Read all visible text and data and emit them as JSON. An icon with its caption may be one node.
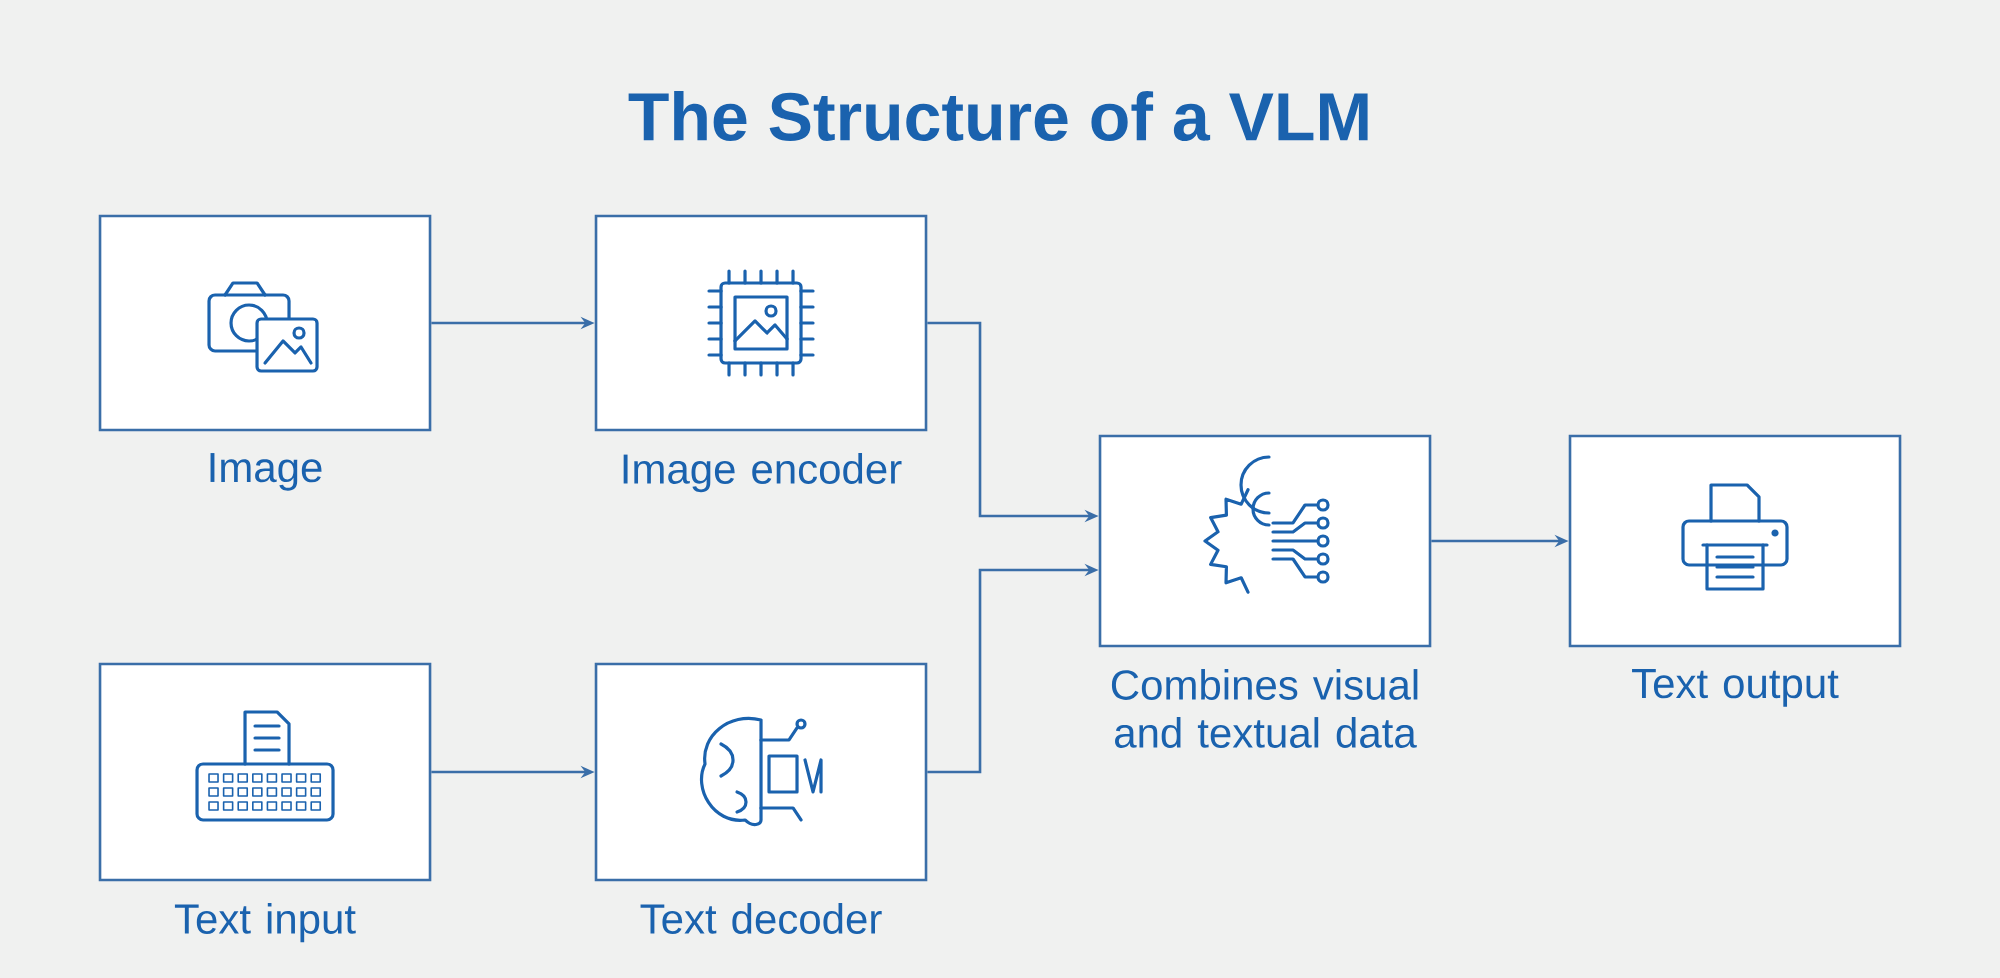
{
  "diagram": {
    "title": "The Structure of a VLM",
    "nodes": [
      {
        "text": [
          "Image"
        ]
      },
      {
        "text": [
          "Image encoder"
        ]
      },
      {
        "text": [
          "Text input"
        ]
      },
      {
        "text": [
          "Text decoder"
        ]
      },
      {
        "text": [
          "Combines visual and textual data"
        ]
      },
      {
        "text": [
          "Text output"
        ]
      }
    ],
    "edges": [
      {
        "from": 0,
        "to": 1,
        "arrow": "to"
      },
      {
        "from": 1,
        "to": 4,
        "arrow": "to"
      },
      {
        "from": 2,
        "to": 3,
        "arrow": "to"
      },
      {
        "from": 3,
        "to": 4,
        "arrow": "to"
      },
      {
        "from": 4,
        "to": 5,
        "arrow": "to"
      }
    ]
  }
}
